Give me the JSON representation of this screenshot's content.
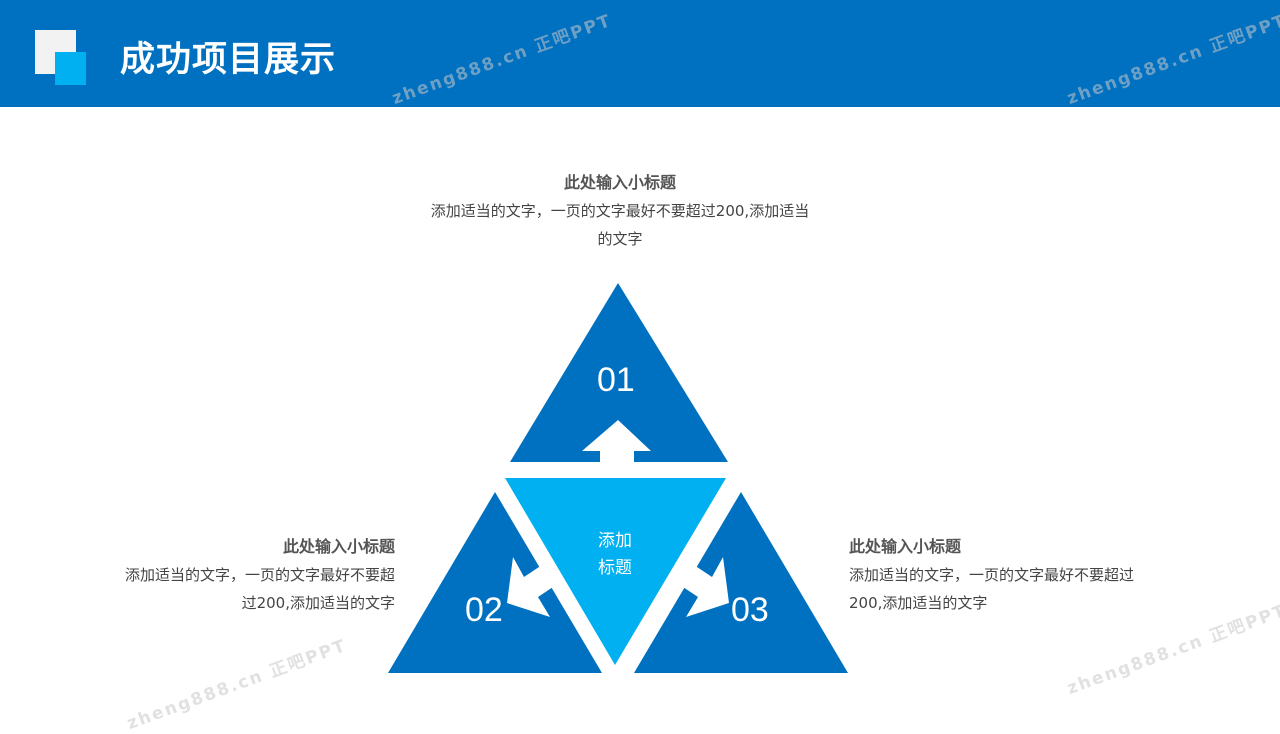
{
  "header": {
    "title": "成功项目展示"
  },
  "colors": {
    "primary": "#0070c0",
    "accent": "#00b0f0",
    "light": "#f2f2f2"
  },
  "top_item": {
    "number": "01",
    "heading": "此处输入小标题",
    "line1": "添加适当的文字，一页的文字最好不要超过200,添加适当",
    "line2": "的文字"
  },
  "left_item": {
    "number": "02",
    "heading": "此处输入小标题",
    "line1": "添加适当的文字，一页的文字最好不要超",
    "line2": "过200,添加适当的文字"
  },
  "right_item": {
    "number": "03",
    "heading": "此处输入小标题",
    "line1": "添加适当的文字，一页的文字最好不要超过",
    "line2": "200,添加适当的文字"
  },
  "center": {
    "line1": "添加",
    "line2": "标题"
  },
  "watermark": "zheng888.cn 正吧PPT"
}
